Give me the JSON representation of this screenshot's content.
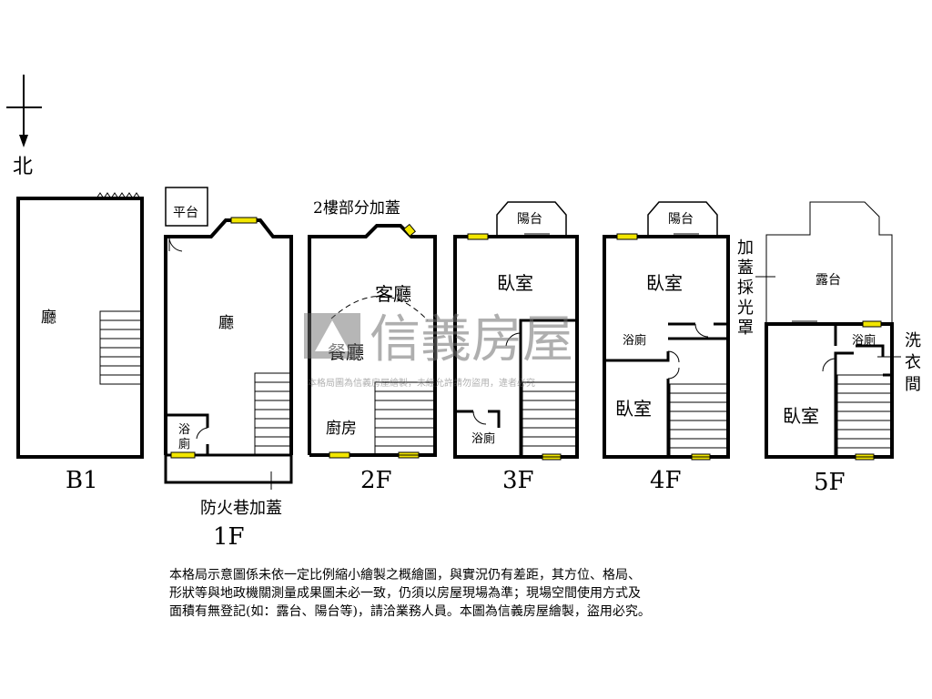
{
  "compass": {
    "north_label": "北"
  },
  "floors": {
    "b1": {
      "name": "B1",
      "rooms": {
        "hall": "廳"
      }
    },
    "f1": {
      "name": "1F",
      "rooms": {
        "platform": "平台",
        "hall": "廳",
        "bath": "浴\n廁"
      },
      "addition": "防火巷加蓋"
    },
    "f2": {
      "name": "2F",
      "rooms": {
        "addition": "2樓部分加蓋",
        "living": "客廳",
        "dining": "餐廳",
        "kitchen": "廚房"
      }
    },
    "f3": {
      "name": "3F",
      "rooms": {
        "balcony": "陽台",
        "bedroom": "臥室",
        "bath": "浴廁"
      }
    },
    "f4": {
      "name": "4F",
      "rooms": {
        "balcony": "陽台",
        "bedroom1": "臥室",
        "bath": "浴廁",
        "bedroom2": "臥室"
      },
      "side_note": "加\n蓋\n採\n光\n罩"
    },
    "f5": {
      "name": "5F",
      "rooms": {
        "terrace": "露台",
        "bath": "浴廁",
        "bedroom": "臥室"
      },
      "side_note": "洗\n衣\n間"
    }
  },
  "watermark": {
    "brand": "信義房屋",
    "notice": "本格局圖為信義房屋繪製，未經允許請勿盜用，違者必究"
  },
  "disclaimer": {
    "line1": "本格局示意圖係未依一定比例縮小繪製之概繪圖，與實況仍有差距，其方位、格局、",
    "line2": "形狀等與地政機關測量成果圖未必一致，仍須以房屋現場為準；現場空間使用方式及",
    "line3": "面積有無登記(如：露台、陽台等)，請洽業務人員。本圖為信義房屋繪製，盜用必究。"
  },
  "colors": {
    "wall": "#000000",
    "window": "#f2e600",
    "watermark": "#6f6f6f"
  }
}
